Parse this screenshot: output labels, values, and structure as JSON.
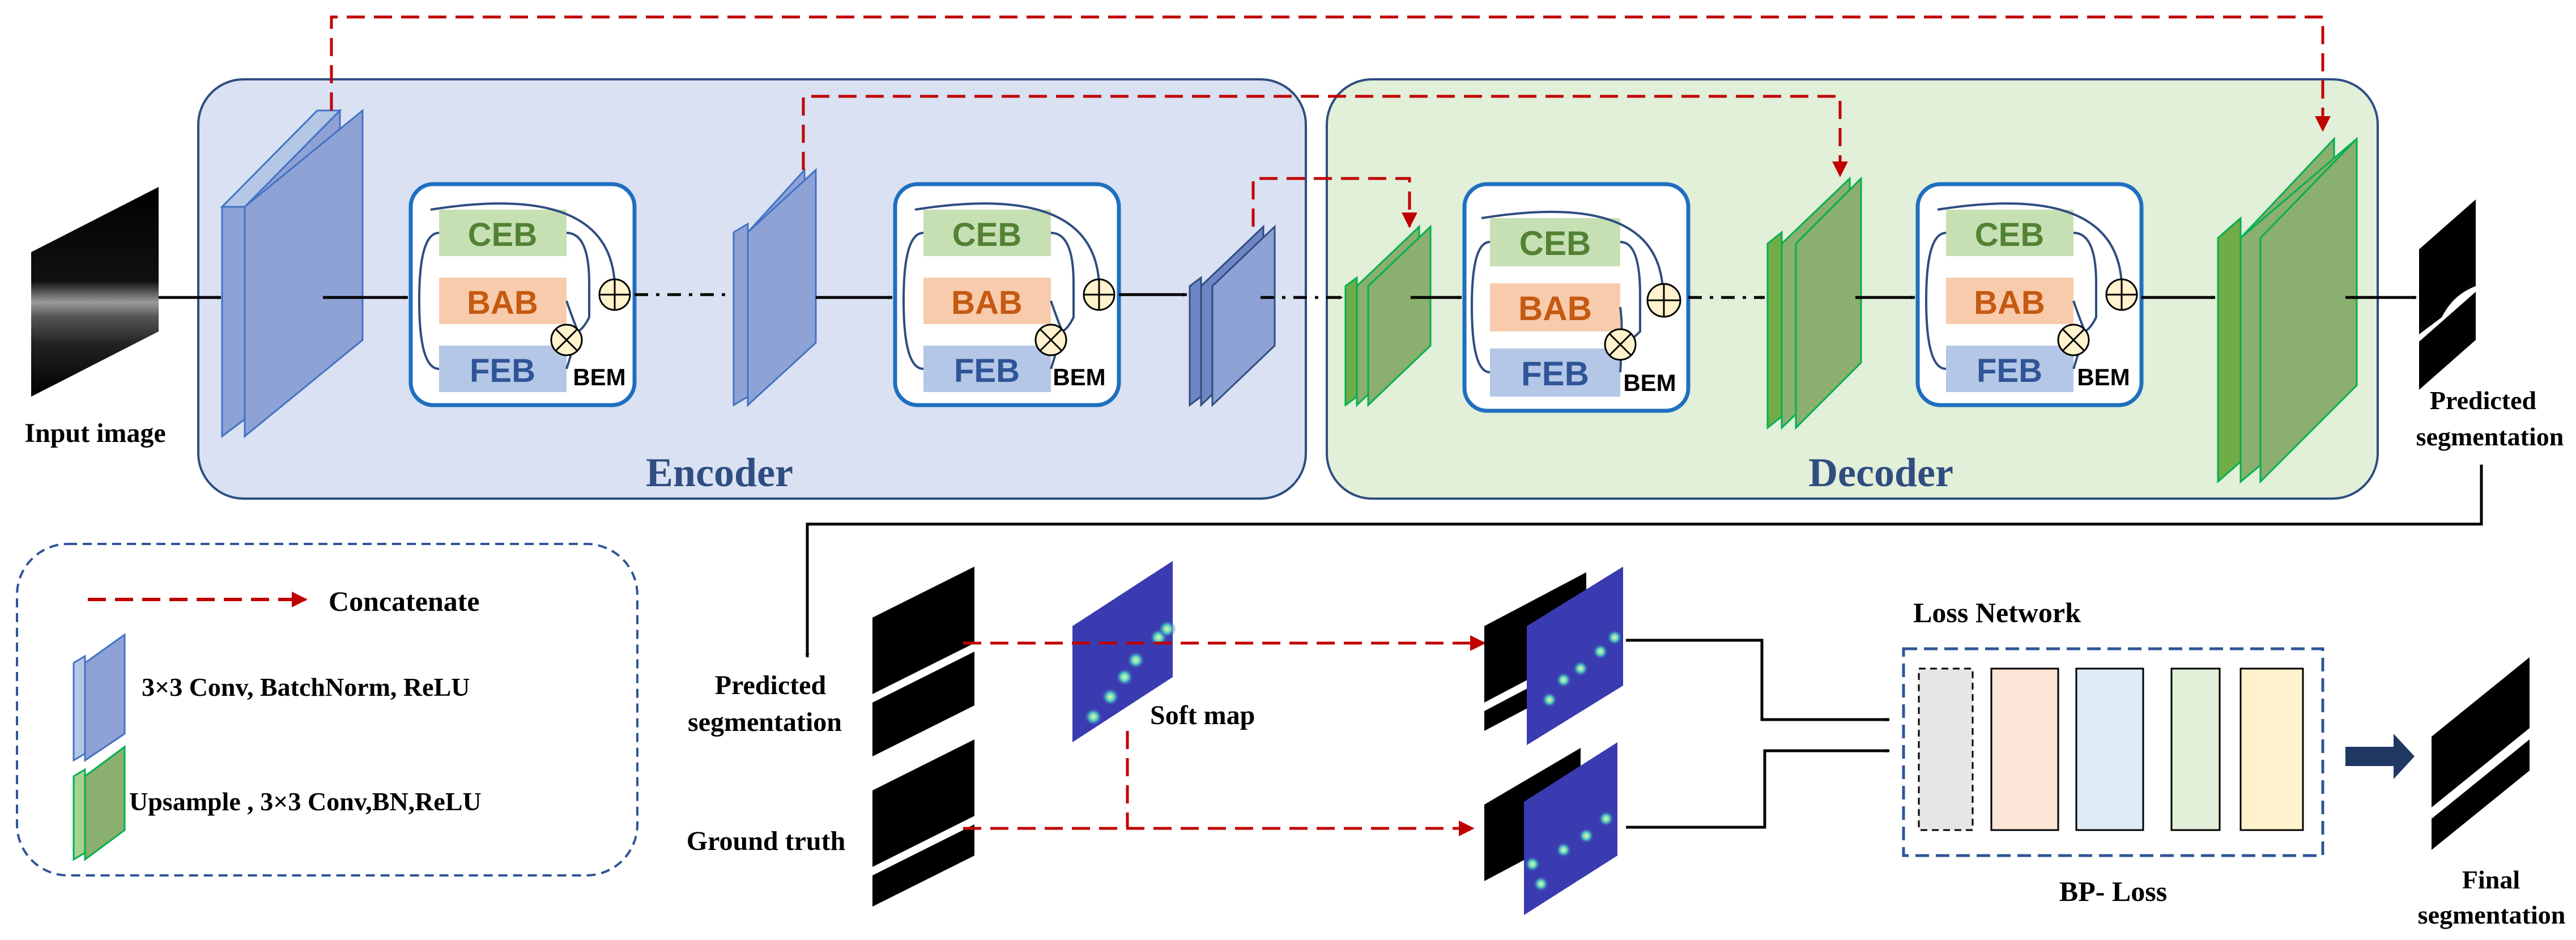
{
  "input_label": "Input image",
  "encoder_label": "Encoder",
  "decoder_label": "Decoder",
  "module": {
    "ceb": "CEB",
    "bab": "BAB",
    "feb": "FEB",
    "bem": "BEM"
  },
  "predicted_segmentation": [
    "Predicted",
    "segmentation"
  ],
  "legend": {
    "concatenate": "Concatenate",
    "conv": "3×3 Conv,  BatchNorm, ReLU",
    "upsample": "Upsample , 3×3 Conv,BN,ReLU"
  },
  "bottom": {
    "predicted_segmentation": [
      "Predicted",
      "segmentation"
    ],
    "ground_truth": "Ground truth",
    "soft_map": "Soft map",
    "loss_network": "Loss Network",
    "bp_loss": "BP- Loss",
    "final_segmentation": [
      "Final",
      "segmentation"
    ]
  },
  "colors": {
    "encoder_bg": "#d9e1f2",
    "encoder_border": "#2f4d80",
    "decoder_bg": "#e2efd9",
    "decoder_border": "#2f4d80",
    "module_border": "#1f6fc0",
    "ceb_fill": "#c6e0b4",
    "ceb_text": "#548235",
    "bab_fill": "#f8cbad",
    "bab_text": "#c55a11",
    "feb_fill": "#b4c7e7",
    "feb_text": "#2f5597",
    "concat_arrow": "#c00000",
    "conv_block": "#8ea2d6",
    "upsample_block": "#70ad47",
    "softmap": "#3a3bb0"
  },
  "icons": [
    "multiply-icon",
    "add-icon",
    "arrow-right-icon"
  ]
}
